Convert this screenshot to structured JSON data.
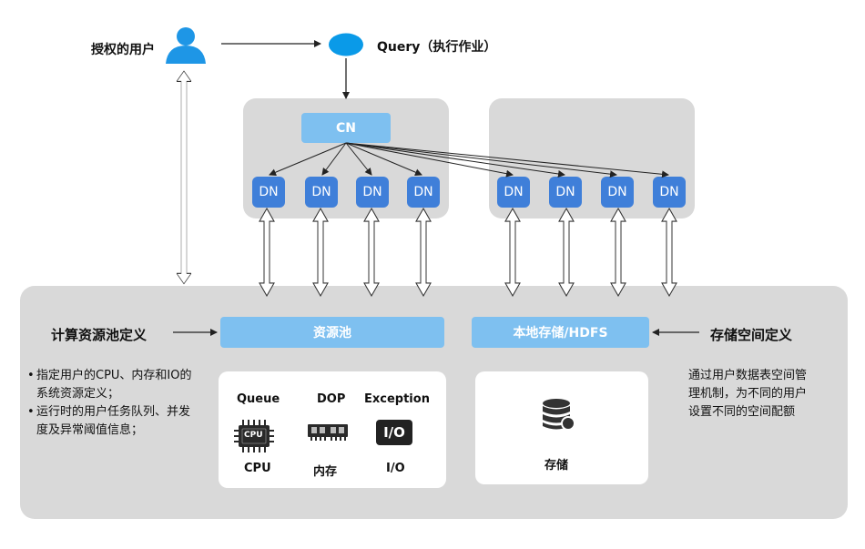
{
  "top": {
    "user_label": "授权的用户",
    "query_label": "Query（执行作业）"
  },
  "cluster": {
    "cn_label": "CN",
    "dn_label": "DN"
  },
  "bottom": {
    "compute_title": "计算资源池定义",
    "storage_title": "存储空间定义",
    "resource_pool_label": "资源池",
    "local_storage_label": "本地存储/HDFS",
    "compute_bullets": [
      "指定用户的CPU、内存和IO的系统资源定义；",
      "运行时的用户任务队列、并发度及异常阈值信息；"
    ],
    "storage_desc": "通过用户数据表空间管理机制，为不同的用户设置不同的空间配额",
    "resource_headers": {
      "queue": "Queue",
      "dop": "DOP",
      "exception": "Exception"
    },
    "resource_items": {
      "cpu": "CPU",
      "memory": "内存",
      "io": "I/O"
    },
    "cpu_chip_text": "CPU",
    "io_chip_text": "I/O",
    "storage_item": "存储"
  },
  "colors": {
    "panel": "#d9d9d9",
    "dn_blue": "#3f7fd9",
    "light_blue": "#7ec0f0",
    "user_blue": "#1e96e6",
    "query_blue": "#0a9ae8"
  }
}
